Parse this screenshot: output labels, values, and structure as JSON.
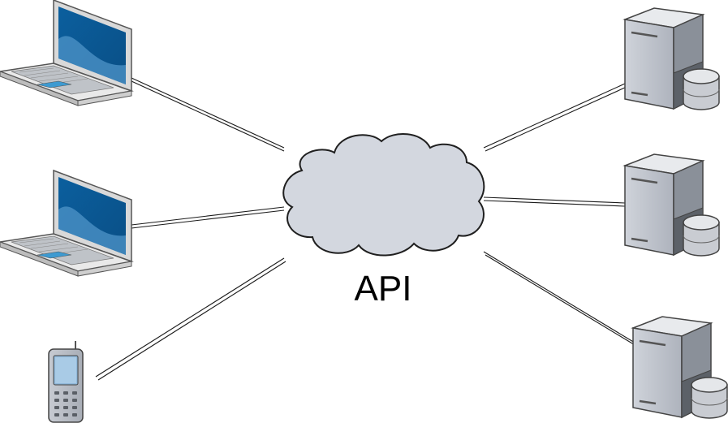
{
  "diagram": {
    "center_label": "API",
    "nodes": [
      {
        "id": "laptop-top",
        "icon": "laptop-icon"
      },
      {
        "id": "laptop-middle",
        "icon": "laptop-icon"
      },
      {
        "id": "mobile-phone",
        "icon": "mobile-phone-icon"
      },
      {
        "id": "server-top",
        "icon": "server-icon"
      },
      {
        "id": "server-middle",
        "icon": "server-icon"
      },
      {
        "id": "server-bottom",
        "icon": "server-icon"
      }
    ],
    "connections": [
      {
        "from": "laptop-top",
        "to": "api-cloud"
      },
      {
        "from": "laptop-middle",
        "to": "api-cloud"
      },
      {
        "from": "mobile-phone",
        "to": "api-cloud"
      },
      {
        "from": "api-cloud",
        "to": "server-top"
      },
      {
        "from": "api-cloud",
        "to": "server-middle"
      },
      {
        "from": "api-cloud",
        "to": "server-bottom"
      }
    ],
    "colors": {
      "cloud_fill": "#d3d7df",
      "cloud_stroke": "#1f1f1f",
      "laptop_body": "#e6e6e6",
      "laptop_screen": "#0a67a8",
      "server_body": "#b9bec8",
      "link_line": "#1a1a1a"
    }
  }
}
